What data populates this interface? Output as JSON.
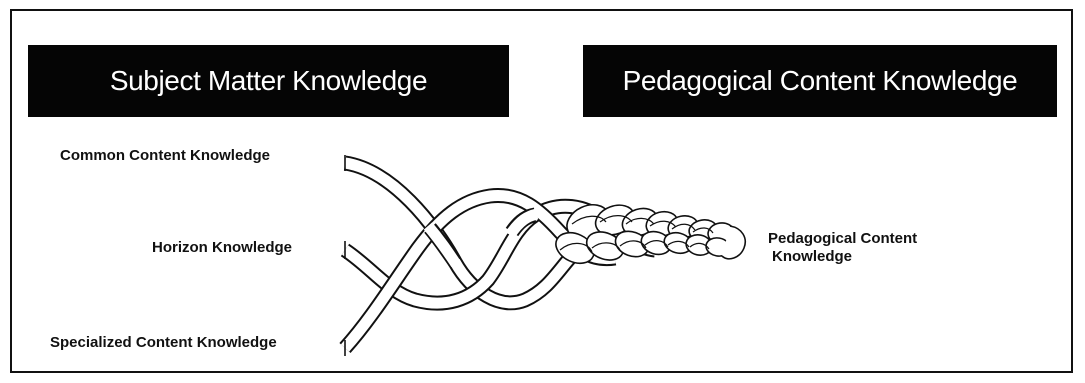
{
  "headers": {
    "left": "Subject Matter Knowledge",
    "right": "Pedagogical Content Knowledge"
  },
  "strands": {
    "common": "Common Content Knowledge",
    "horizon": "Horizon Knowledge",
    "specialized": "Specialized Content Knowledge"
  },
  "result": {
    "line1": "Pedagogical Content",
    "line2": "Knowledge"
  },
  "colors": {
    "header_bg": "#050505",
    "header_text": "#ffffff",
    "stroke": "#111111"
  }
}
